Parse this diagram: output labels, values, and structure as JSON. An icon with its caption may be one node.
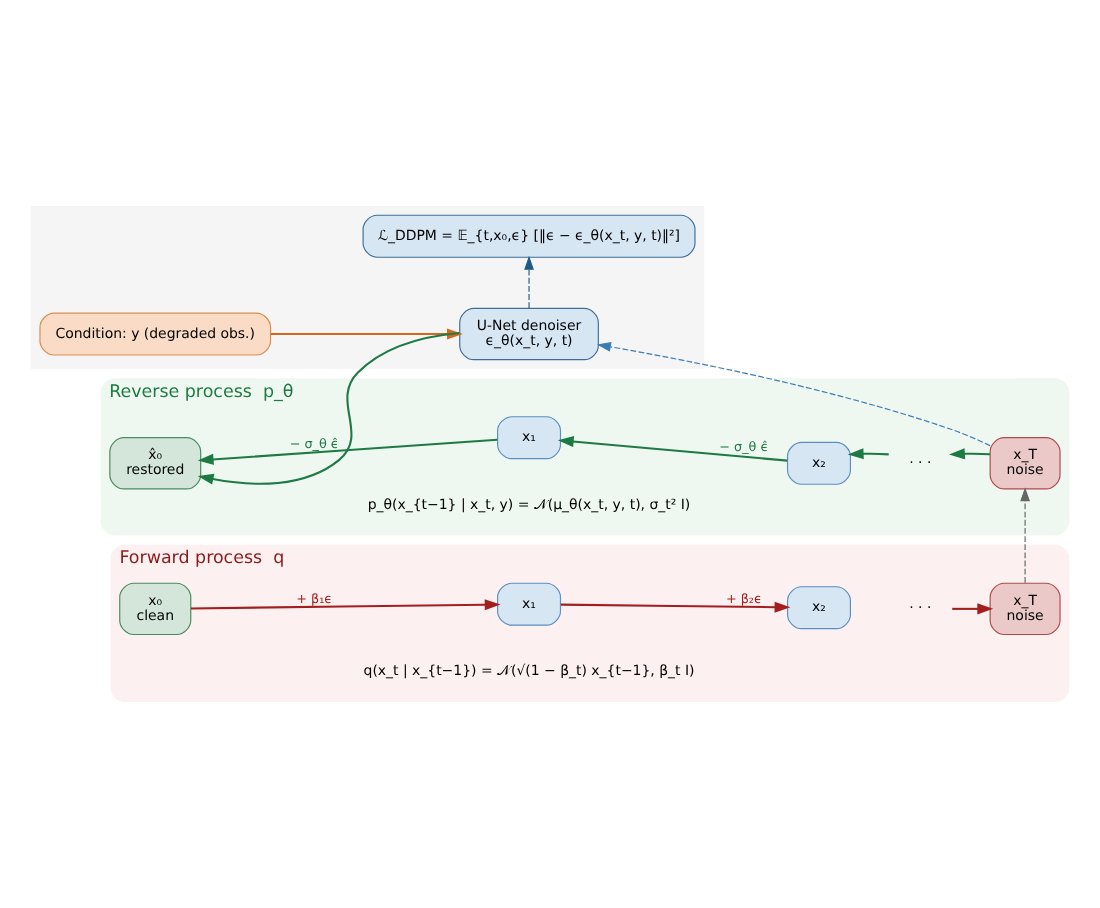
{
  "diagram": {
    "nodes": [
      {
        "text": [
          "Forward process  q"
        ]
      },
      {
        "text": [
          "x₀",
          "clean"
        ],
        "in": 0
      },
      {
        "text": [
          "x₁"
        ],
        "in": 0
      },
      {
        "text": [
          "x₂"
        ],
        "in": 0
      },
      {
        "text": [
          "· · ·"
        ],
        "in": 0
      },
      {
        "text": [
          "x_T",
          "noise"
        ],
        "in": 0
      },
      {
        "text": [],
        "shape": "box"
      },
      {
        "text": [
          "Condition: y (degraded obs.)"
        ],
        "in": 6
      },
      {
        "text": [
          "U-Net denoiser",
          "ϵ_θ(x_t, y, t)"
        ],
        "in": 6
      },
      {
        "text": [
          "ℒ_DDPM = 𝔼_{t,x₀,ϵ} [‖ϵ − ϵ_θ(x_t, y, t)‖²]"
        ],
        "in": 6
      },
      {
        "text": [
          "Reverse process  p_θ"
        ]
      },
      {
        "text": [
          "x̂₀",
          "restored"
        ],
        "in": 10
      },
      {
        "text": [
          "x₁"
        ],
        "in": 10
      },
      {
        "text": [
          "x₂"
        ],
        "in": 10
      },
      {
        "text": [
          "· · ·"
        ],
        "in": 10
      },
      {
        "text": [
          "x_T",
          "noise"
        ],
        "in": 10
      }
    ],
    "edges": [
      {
        "from": 1,
        "to": 2,
        "arrow": "to",
        "label": "+ β₁ϵ",
        "color": "#a31f1f"
      },
      {
        "from": 2,
        "to": 3,
        "arrow": "to",
        "label": "+ β₂ϵ",
        "color": "#a31f1f"
      },
      {
        "from": 4,
        "to": 5,
        "arrow": "to",
        "color": "#a31f1f"
      },
      {
        "from": 5,
        "to": 15,
        "arrow": "to",
        "style": "dashed",
        "color": "#666666"
      },
      {
        "from": 15,
        "to": 8,
        "arrow": "to",
        "style": "dashed",
        "color": "#3a7db5"
      },
      {
        "from": 7,
        "to": 8,
        "arrow": "to",
        "color": "#d2691e"
      },
      {
        "from": 8,
        "to": 9,
        "arrow": "to",
        "style": "dashed",
        "color": "#1f5a85"
      },
      {
        "from": 8,
        "to": 11,
        "arrow": "to",
        "color": "#1e7a44"
      },
      {
        "from": 15,
        "to": 14,
        "arrow": "to",
        "color": "#1e7a44"
      },
      {
        "from": 14,
        "to": 13,
        "arrow": "to",
        "color": "#1e7a44"
      },
      {
        "from": 13,
        "to": 12,
        "arrow": "to",
        "label": "− σ_θ ϵ̂",
        "color": "#1e7a44"
      },
      {
        "from": 12,
        "to": 11,
        "arrow": "to",
        "label": "− σ_θ ϵ̂",
        "color": "#1e7a44"
      }
    ],
    "labels": [
      "q(x_t | x_{t−1}) = 𝒩(√(1 − β_t) x_{t−1}, β_t I)",
      "p_θ(x_{t−1} | x_t, y) = 𝒩(μ_θ(x_t, y, t), σ_t² I)"
    ]
  }
}
